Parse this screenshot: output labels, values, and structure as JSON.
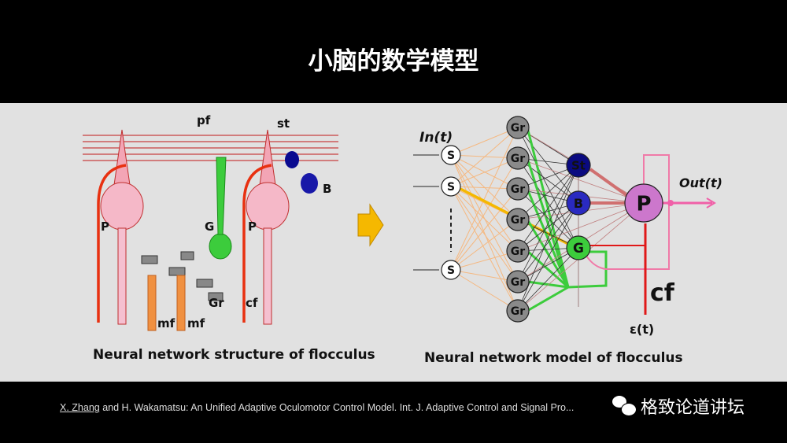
{
  "title": "小脑的数学模型",
  "left_diagram": {
    "caption": "Neural network structure of flocculus",
    "labels": {
      "pf": "pf",
      "st": "st",
      "B": "B",
      "G": "G",
      "P1": "P",
      "P2": "P",
      "Gr": "Gr",
      "cf": "cf",
      "mf1": "mf",
      "mf2": "mf"
    }
  },
  "right_diagram": {
    "caption": "Neural network model of flocculus",
    "input_label": "In(t)",
    "output_label": "Out(t)",
    "error_label": "ε(t)",
    "cf_label": "cf",
    "s_nodes": [
      "S",
      "S",
      "S"
    ],
    "gr_nodes": [
      "Gr",
      "Gr",
      "Gr",
      "Gr",
      "Gr",
      "Gr",
      "Gr"
    ],
    "st_node": "St",
    "b_node": "B",
    "g_node": "G",
    "p_node": "P"
  },
  "colors": {
    "granule": "#8a8a8a",
    "stellate": "#0a0a80",
    "basket": "#2a2ac0",
    "golgi": "#3ccc3c",
    "purkinje": "#cc77cc",
    "climbing_fiber": "#e02020",
    "mossy": "#f0a050",
    "arrow": "#f5b800"
  },
  "footer": {
    "author_underlined": "X. Zhang",
    "citation": " and H. Wakamatsu: An Unified Adaptive Oculomotor Control Model. Int. J. Adaptive Control and Signal Pro..."
  },
  "watermark": "格致论道讲坛"
}
